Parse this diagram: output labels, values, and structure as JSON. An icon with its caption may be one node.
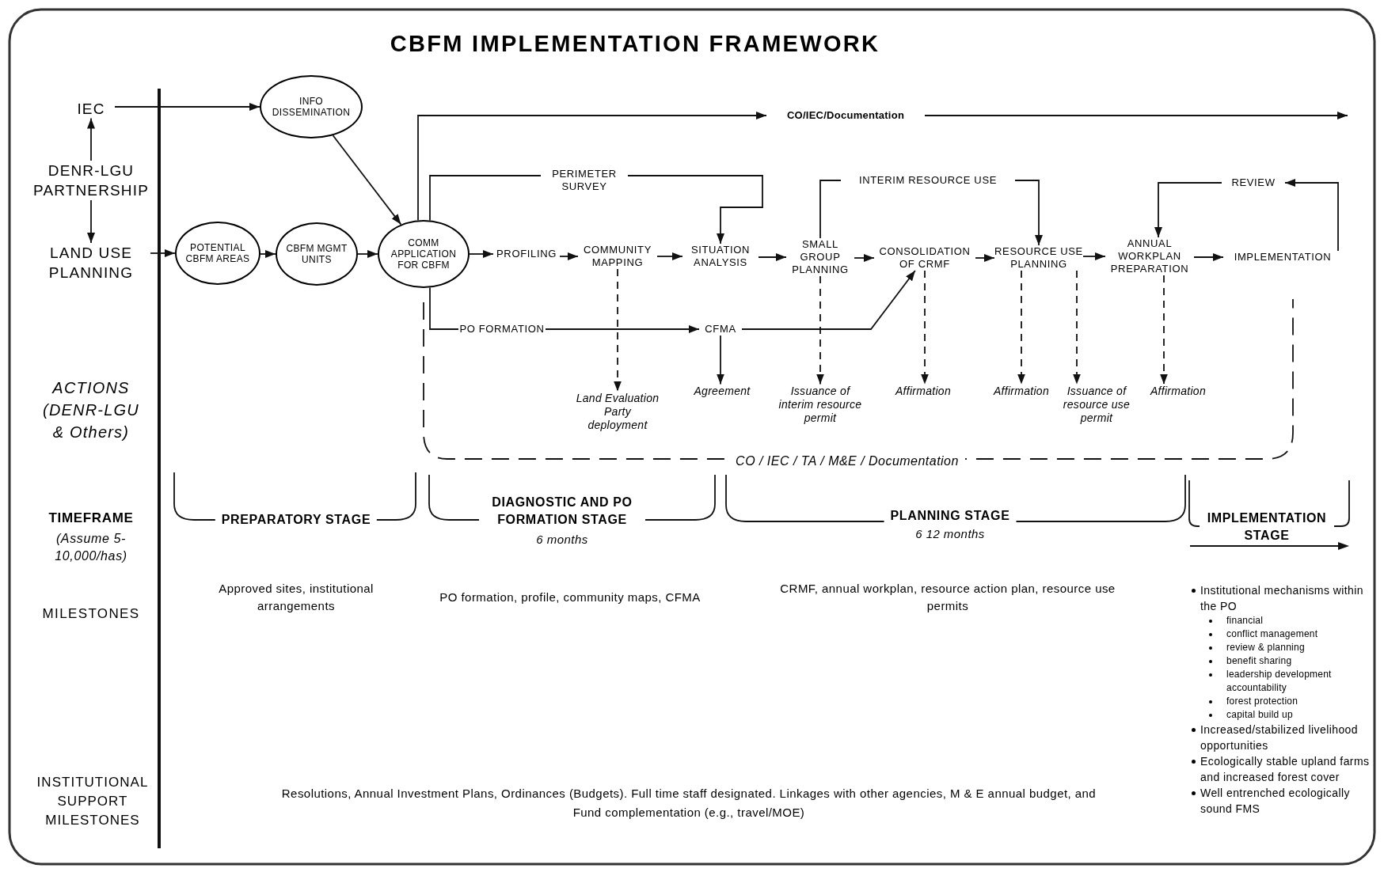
{
  "diagram": {
    "title": "CBFM IMPLEMENTATION FRAMEWORK",
    "nodes": [
      {
        "text": [
          "IEC"
        ]
      },
      {
        "text": [
          "DENR-LGU PARTNERSHIP"
        ]
      },
      {
        "text": [
          "LAND USE PLANNING"
        ]
      },
      {
        "text": [
          "INFO DISSEMINATION"
        ]
      },
      {
        "text": [
          "POTENTIAL CBFM AREAS"
        ]
      },
      {
        "text": [
          "CBFM MGMT UNITS"
        ]
      },
      {
        "text": [
          "COMM APPLICATION FOR CBFM"
        ]
      },
      {
        "text": [
          "PROFILING"
        ]
      },
      {
        "text": [
          "COMMUNITY MAPPING"
        ]
      },
      {
        "text": [
          "SITUATION ANALYSIS"
        ]
      },
      {
        "text": [
          "SMALL GROUP PLANNING"
        ]
      },
      {
        "text": [
          "CONSOLIDATION OF CRMF"
        ]
      },
      {
        "text": [
          "RESOURCE USE PLANNING"
        ]
      },
      {
        "text": [
          "ANNUAL WORKPLAN PREPARATION"
        ]
      },
      {
        "text": [
          "IMPLEMENTATION"
        ]
      },
      {
        "text": [
          "CO/IEC/Documentation"
        ]
      },
      {
        "text": [
          "PERIMETER SURVEY"
        ]
      },
      {
        "text": [
          "INTERIM RESOURCE USE"
        ]
      },
      {
        "text": [
          "REVIEW"
        ]
      },
      {
        "text": [
          "PO FORMATION"
        ]
      },
      {
        "text": [
          "CFMA"
        ]
      },
      {
        "text": [
          "Land Evaluation Party deployment"
        ]
      },
      {
        "text": [
          "Agreement"
        ]
      },
      {
        "text": [
          "Issuance of interim resource permit"
        ]
      },
      {
        "text": [
          "Affirmation"
        ]
      },
      {
        "text": [
          "Affirmation"
        ]
      },
      {
        "text": [
          "Issuance of resource use permit"
        ]
      },
      {
        "text": [
          "Affirmation"
        ]
      }
    ],
    "edges": [
      {
        "from": 1,
        "to": 0,
        "arrow": "to"
      },
      {
        "from": 1,
        "to": 2,
        "arrow": "to"
      },
      {
        "from": 0,
        "to": 3,
        "arrow": "to"
      },
      {
        "from": 2,
        "to": 4,
        "arrow": "to"
      },
      {
        "from": 3,
        "to": 6,
        "arrow": "to"
      },
      {
        "from": 4,
        "to": 5,
        "arrow": "to"
      },
      {
        "from": 5,
        "to": 6,
        "arrow": "to"
      },
      {
        "from": 6,
        "to": 7,
        "arrow": "to"
      },
      {
        "from": 7,
        "to": 8,
        "arrow": "to"
      },
      {
        "from": 8,
        "to": 9,
        "arrow": "to"
      },
      {
        "from": 9,
        "to": 10,
        "arrow": "to"
      },
      {
        "from": 10,
        "to": 11,
        "arrow": "to"
      },
      {
        "from": 11,
        "to": 12,
        "arrow": "to"
      },
      {
        "from": 12,
        "to": 13,
        "arrow": "to"
      },
      {
        "from": 13,
        "to": 14,
        "arrow": "to"
      },
      {
        "from": 6,
        "to": 15,
        "arrow": "to"
      },
      {
        "from": 15,
        "to": null,
        "arrow": "to"
      },
      {
        "from": 6,
        "to": 16,
        "arrow": "none"
      },
      {
        "from": 16,
        "to": 9,
        "arrow": "to"
      },
      {
        "from": 10,
        "to": 17,
        "arrow": "none"
      },
      {
        "from": 17,
        "to": 12,
        "arrow": "to"
      },
      {
        "from": 14,
        "to": 18,
        "arrow": "to"
      },
      {
        "from": 18,
        "to": 13,
        "arrow": "to"
      },
      {
        "from": 6,
        "to": 19,
        "arrow": "none"
      },
      {
        "from": 19,
        "to": 20,
        "arrow": "to"
      },
      {
        "from": 20,
        "to": 11,
        "arrow": "to"
      },
      {
        "from": 8,
        "to": 21,
        "arrow": "to",
        "style": "dashed"
      },
      {
        "from": 20,
        "to": 22,
        "arrow": "to"
      },
      {
        "from": 10,
        "to": 23,
        "arrow": "to",
        "style": "dashed"
      },
      {
        "from": 11,
        "to": 24,
        "arrow": "to",
        "style": "dashed"
      },
      {
        "from": 12,
        "to": 25,
        "arrow": "to",
        "style": "dashed"
      },
      {
        "from": 12,
        "to": 26,
        "arrow": "to",
        "style": "dashed"
      },
      {
        "from": 13,
        "to": 27,
        "arrow": "to",
        "style": "dashed"
      }
    ],
    "labels": [
      "ACTIONS (DENR-LGU & Others)",
      "CO / IEC / TA / M&E / Documentation",
      "TIMEFRAME",
      "(Assume 5-10,000/has)",
      "PREPARATORY STAGE",
      "DIAGNOSTIC AND PO FORMATION STAGE",
      "6 months",
      "PLANNING STAGE",
      "6 12 months",
      "IMPLEMENTATION STAGE",
      "MILESTONES",
      "Approved sites, institutional arrangements",
      "PO formation, profile, community maps, CFMA",
      "CRMF, annual workplan, resource action plan, resource use permits",
      "Institutional mechanisms within the PO",
      "financial",
      "conflict management",
      "review & planning",
      "benefit sharing",
      "leadership development accountability",
      "forest protection",
      "capital build up",
      "Increased/stabilized livelihood opportunities",
      "Ecologically stable upland farms and increased forest cover",
      "Well entrenched ecologically sound FMS",
      "INSTITUTIONAL SUPPORT MILESTONES",
      "Resolutions, Annual Investment Plans, Ordinances (Budgets). Full time staff designated. Linkages with other agencies, M & E annual budget, and Fund complementation (e.g., travel/MOE)"
    ]
  }
}
